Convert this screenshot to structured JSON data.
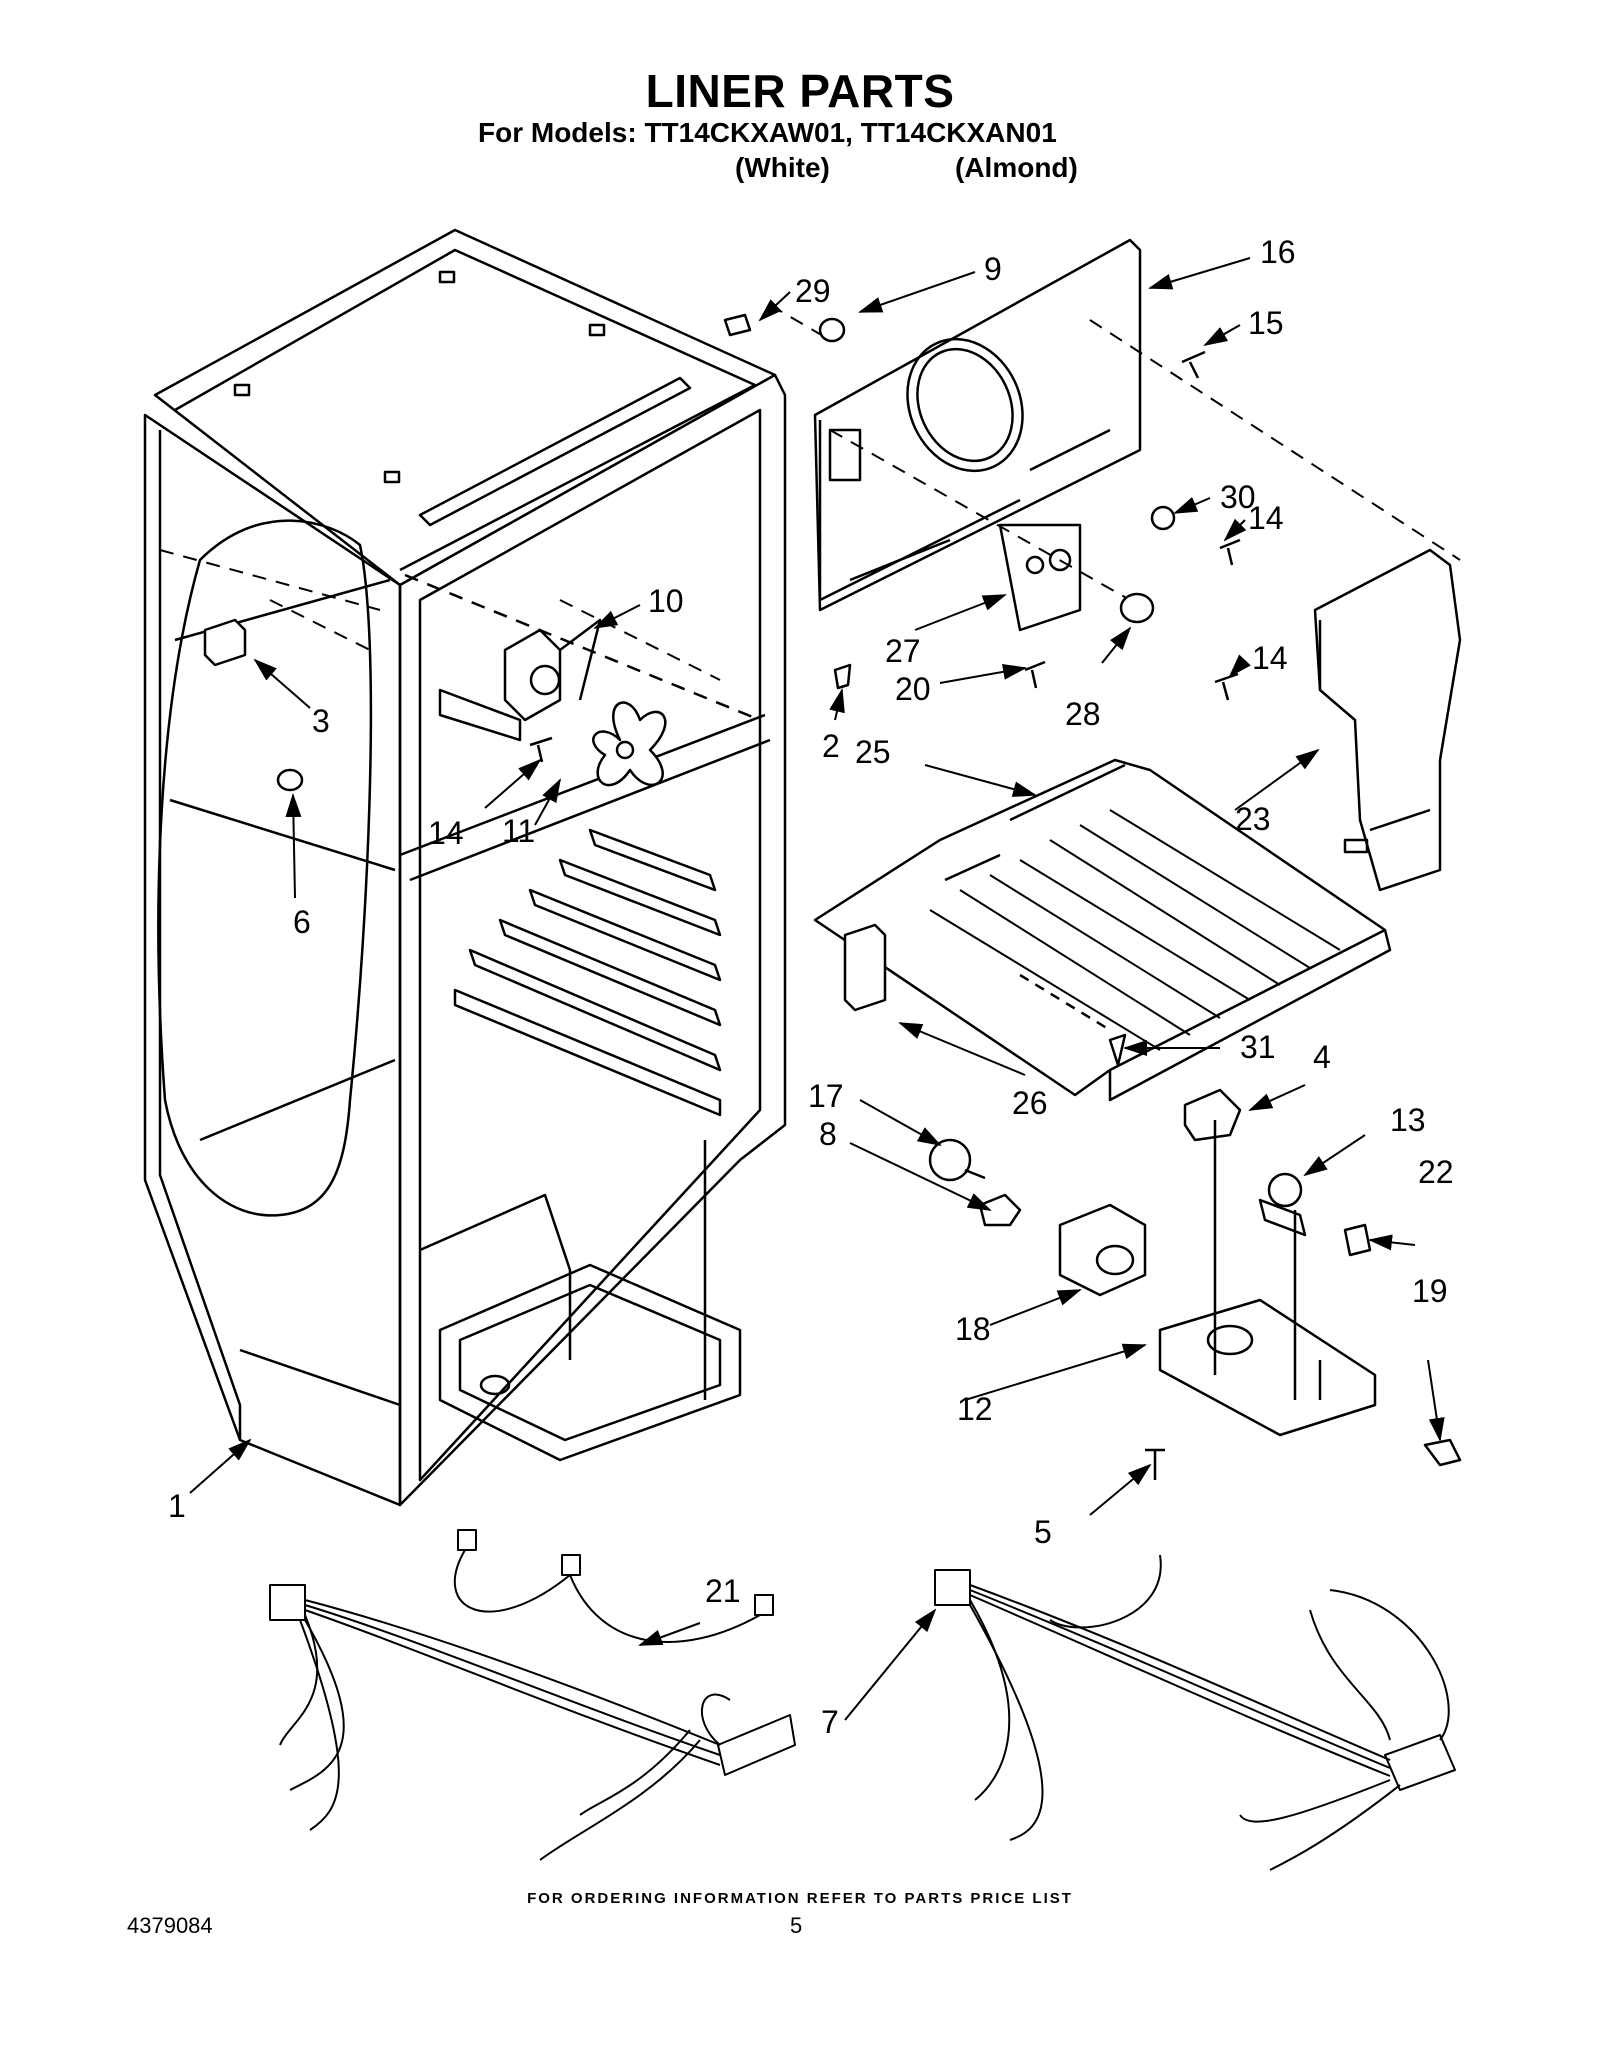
{
  "header": {
    "title": "LINER PARTS",
    "models": "For Models: TT14CKXAW01, TT14CKXAN01",
    "color_white": "(White)",
    "color_almond": "(Almond)"
  },
  "callouts": {
    "c1": "1",
    "c2": "2",
    "c3": "3",
    "c4": "4",
    "c5": "5",
    "c6": "6",
    "c7": "7",
    "c8": "8",
    "c9": "9",
    "c10": "10",
    "c11": "11",
    "c12": "12",
    "c13": "13",
    "c14a": "14",
    "c14b": "14",
    "c14c": "14",
    "c15": "15",
    "c16": "16",
    "c17": "17",
    "c18": "18",
    "c19": "19",
    "c20": "20",
    "c21": "21",
    "c22": "22",
    "c23": "23",
    "c25": "25",
    "c26": "26",
    "c27": "27",
    "c28": "28",
    "c29": "29",
    "c30": "30",
    "c31": "31"
  },
  "footer": {
    "ordering_note": "FOR ORDERING INFORMATION REFER TO PARTS PRICE LIST",
    "doc_number": "4379084",
    "page_number": "5"
  }
}
